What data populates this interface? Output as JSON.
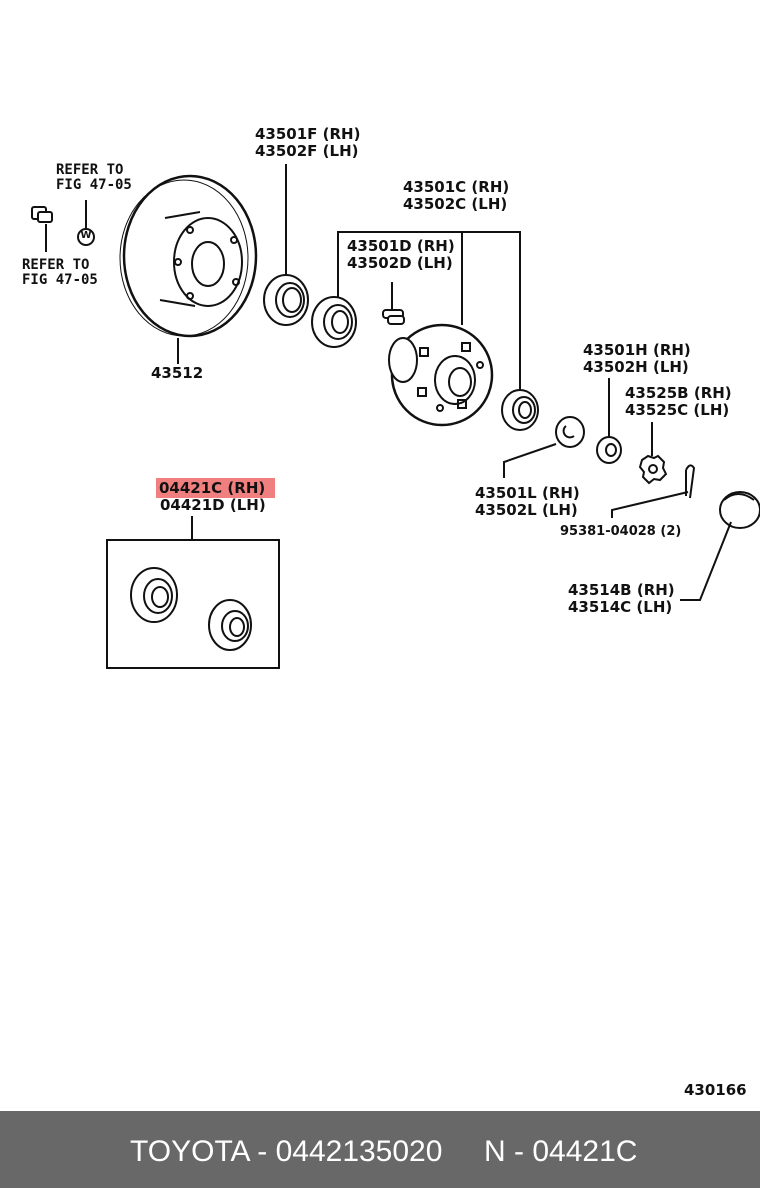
{
  "labels": {
    "disc": "43512",
    "ref1_a": "REFER TO",
    "ref1_b": "FIG 47-05",
    "ref2_a": "REFER TO",
    "ref2_b": "FIG 47-05",
    "washer_mark": "W",
    "seal_rh": "43501F (RH)",
    "seal_lh": "43502F (LH)",
    "bearing_c_rh": "43501C (RH)",
    "bearing_c_lh": "43502C (LH)",
    "bearing_d_rh": "43501D (RH)",
    "bearing_d_lh": "43502D (LH)",
    "nut_h_rh": "43501H (RH)",
    "nut_h_lh": "43502H (LH)",
    "lock_rh": "43525B (RH)",
    "lock_lh": "43525C (LH)",
    "washer_l_rh": "43501L (RH)",
    "washer_l_lh": "43502L (LH)",
    "cotter": "95381-04028 (2)",
    "cap_rh": "43514B (RH)",
    "cap_lh": "43514C (LH)",
    "kit_rh": "04421C (RH)",
    "kit_lh": "04421D (LH)",
    "fig_no": "430166"
  },
  "footer": {
    "part": "TOYOTA - 0442135020",
    "code": "N - 04421C"
  },
  "colors": {
    "highlight": "#f08080",
    "footer_bg": "#686868",
    "ink": "#111111"
  }
}
